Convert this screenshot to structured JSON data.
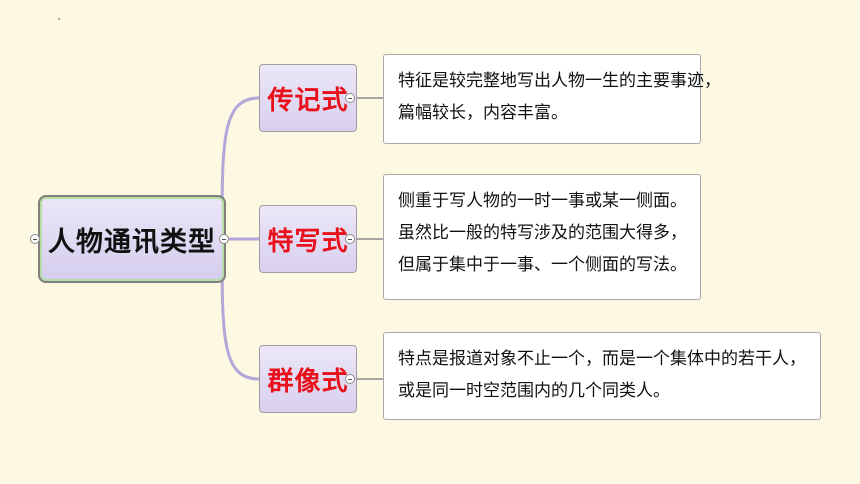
{
  "mindmap": {
    "root": {
      "label": "人物通讯类型"
    },
    "branches": [
      {
        "label": "传记式",
        "detail_lines": [
          "特征是较完整地写出人物一生的主要事迹，",
          "篇幅较长，内容丰富。"
        ]
      },
      {
        "label": "特写式",
        "detail_lines": [
          "侧重于写人物的一时一事或某一侧面。",
          "虽然比一般的特写涉及的范围大得多，",
          "但属于集中于一事、一个侧面的写法。"
        ]
      },
      {
        "label": "群像式",
        "detail_lines": [
          "特点是报道对象不止一个，而是一个集体中的若干人，",
          "或是同一时空范围内的几个同类人。"
        ]
      }
    ]
  },
  "colors": {
    "background": "#fcf8e2",
    "node_fill": "#ded6f0",
    "branch_text": "#e8101a",
    "connector": "#b3a6d8"
  }
}
